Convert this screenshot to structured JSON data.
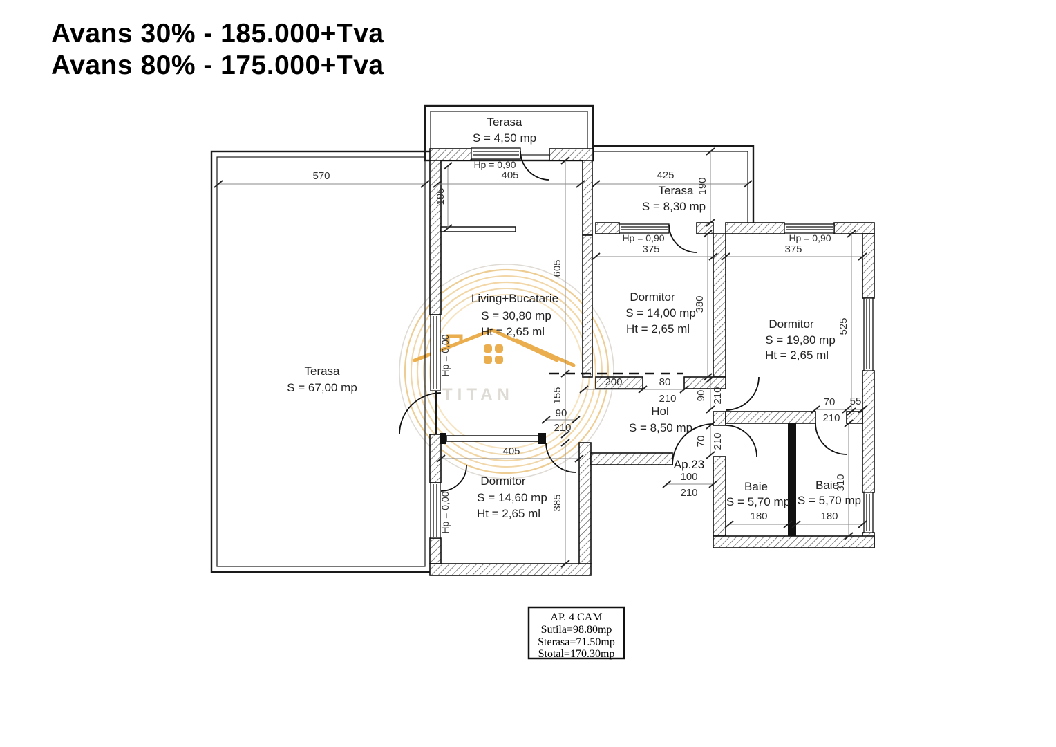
{
  "header": {
    "line1": "Avans 30% - 185.000+Tva",
    "line2": "Avans 80% - 175.000+Tva"
  },
  "rooms": {
    "terasa_top": {
      "name": "Terasa",
      "area": "S = 4,50 mp"
    },
    "terasa_left": {
      "name": "Terasa",
      "area": "S = 67,00 mp"
    },
    "terasa_right": {
      "name": "Terasa",
      "area": "S = 8,30 mp"
    },
    "living": {
      "name": "Living+Bucatarie",
      "area": "S = 30,80 mp",
      "height": "Ht = 2,65 ml"
    },
    "dormitor_mid": {
      "name": "Dormitor",
      "area": "S = 14,00 mp",
      "height": "Ht = 2,65 ml"
    },
    "dormitor_right": {
      "name": "Dormitor",
      "area": "S = 19,80 mp",
      "height": "Ht = 2,65 ml"
    },
    "dormitor_bottom": {
      "name": "Dormitor",
      "area": "S = 14,60 mp",
      "height": "Ht = 2,65 ml"
    },
    "hol": {
      "name": "Hol",
      "area": "S = 8,50 mp"
    },
    "baie_left": {
      "name": "Baie",
      "area": "S = 5,70 mp"
    },
    "baie_right": {
      "name": "Baie",
      "area": "S = 5,70 mp"
    }
  },
  "dims": {
    "d570": "570",
    "d195": "195",
    "d405_top": "405",
    "d425": "425",
    "d190": "190",
    "d605": "605",
    "d375_mid": "375",
    "d380": "380",
    "d375_right": "375",
    "d525": "525",
    "d200": "200",
    "d80": "80",
    "d210_a": "210",
    "d90_a": "90",
    "d210_b": "210",
    "d70_a": "70",
    "d210_c": "210",
    "d155": "155",
    "d90_b": "90",
    "d210_d": "210",
    "d405_bottom": "405",
    "d385": "385",
    "d70_b": "70",
    "d55": "55",
    "d210_e": "210",
    "d100": "100",
    "d210_f": "210",
    "d180_a": "180",
    "d180_b": "180",
    "d310": "310",
    "hp090_top": "Hp = 0,90",
    "hp090_mid": "Hp = 0,90",
    "hp090_right": "Hp = 0,90",
    "hp000_living": "Hp = 0,00",
    "hp000_dorm": "Hp = 0,00",
    "entrance": "Ap.23"
  },
  "infobox": {
    "title": "AP. 4 CAM",
    "line1": "Sutila=98.80mp",
    "line2": "Sterasa=71.50mp",
    "line3": "Stotal=170.30mp"
  },
  "watermark": {
    "text": "TITAN"
  },
  "colors": {
    "gold": "#E5A43B",
    "wall": "#111111",
    "dimline": "#666666"
  }
}
